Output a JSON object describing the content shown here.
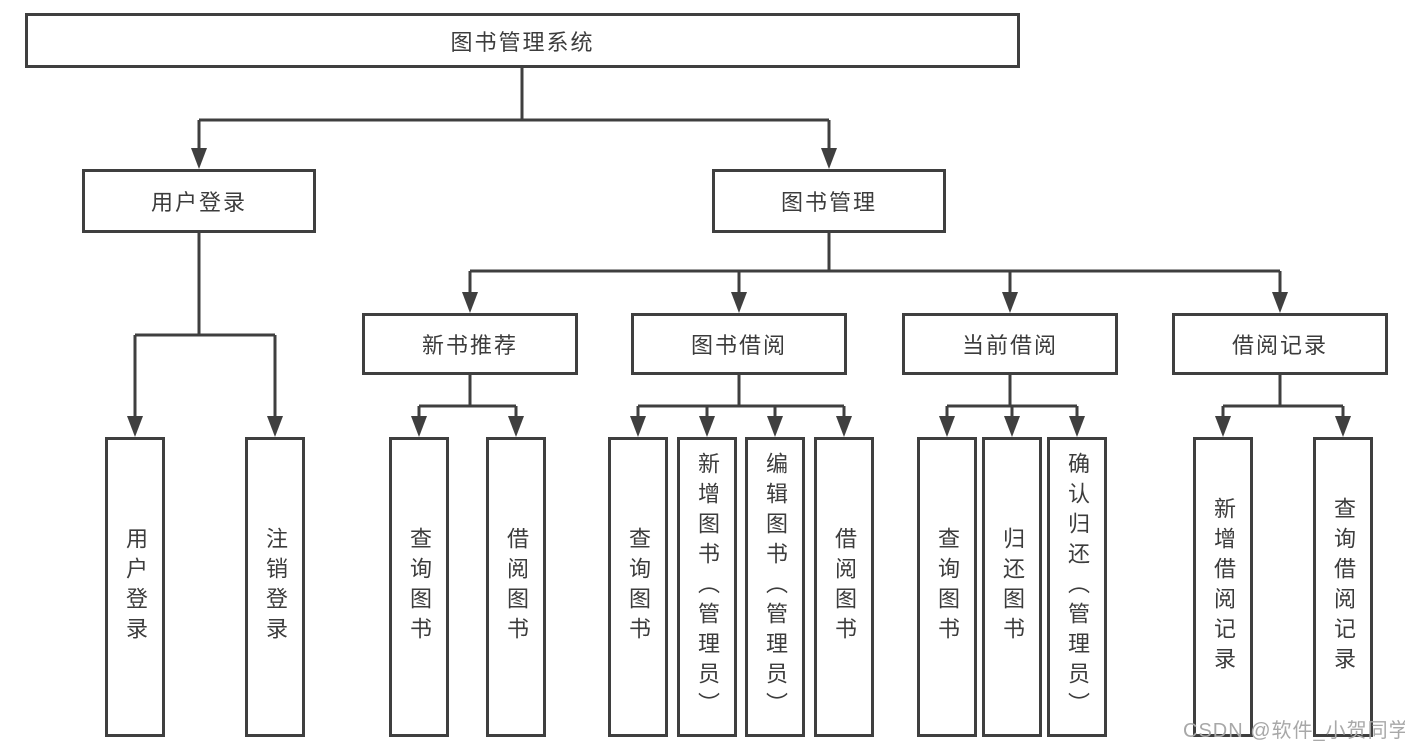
{
  "diagram": {
    "root": {
      "label": "图书管理系统"
    },
    "level2": [
      {
        "label": "用户登录"
      },
      {
        "label": "图书管理"
      }
    ],
    "level3": [
      {
        "label": "新书推荐"
      },
      {
        "label": "图书借阅"
      },
      {
        "label": "当前借阅"
      },
      {
        "label": "借阅记录"
      }
    ],
    "leaves": [
      {
        "label": "用户登录"
      },
      {
        "label": "注销登录"
      },
      {
        "label": "查询图书"
      },
      {
        "label": "借阅图书"
      },
      {
        "label": "查询图书"
      },
      {
        "label": "新增图书（管理员）"
      },
      {
        "label": "编辑图书（管理员）"
      },
      {
        "label": "借阅图书"
      },
      {
        "label": "查询图书"
      },
      {
        "label": "归还图书"
      },
      {
        "label": "确认归还（管理员）"
      },
      {
        "label": "新增借阅记录"
      },
      {
        "label": "查询借阅记录"
      }
    ]
  },
  "watermark": {
    "text": "CSDN @软件_小贺同学"
  },
  "colors": {
    "line": "#3f3f3f",
    "box_border": "#3f3f3f",
    "text": "#3c3c3c",
    "background": "#ffffff",
    "watermark": "#a8a8a8"
  }
}
